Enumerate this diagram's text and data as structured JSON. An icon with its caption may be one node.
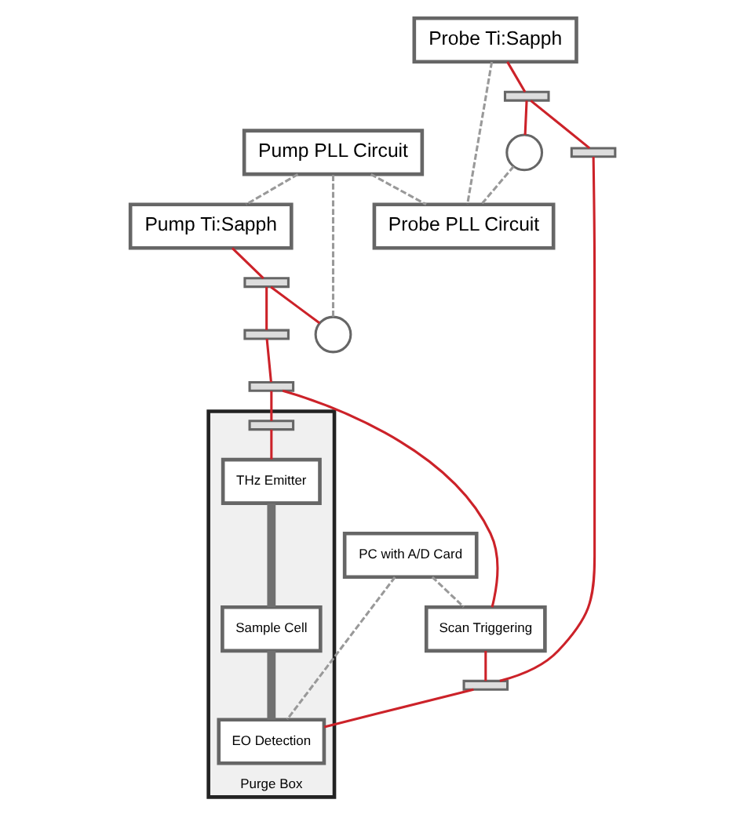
{
  "diagram": {
    "nodes": [
      {
        "text": [
          "Pump PLL Circuit"
        ]
      },
      {
        "text": [
          "Pump Ti:Sapph"
        ]
      },
      {
        "text": [
          "PC with A/D Card"
        ]
      },
      {
        "text": [
          "Scan Triggering"
        ]
      },
      {
        "text": [
          "Purge Box"
        ]
      },
      {
        "text": [
          "THz Emitter"
        ],
        "in": 4
      },
      {
        "text": [
          "Sample Cell"
        ],
        "in": 4
      },
      {
        "text": [
          "EO Detection"
        ],
        "in": 4
      },
      {
        "text": [
          "Probe Ti:Sapph"
        ]
      },
      {
        "text": [
          "Probe PLL Circuit"
        ]
      },
      {
        "text": [],
        "shape": "mirror"
      },
      {
        "text": [],
        "shape": "mirror"
      },
      {
        "text": [],
        "shape": "mirror"
      },
      {
        "text": [],
        "shape": "mirror",
        "in": 4
      },
      {
        "text": [],
        "shape": "circle"
      },
      {
        "text": [],
        "shape": "mirror"
      },
      {
        "text": [],
        "shape": "mirror"
      },
      {
        "text": [],
        "shape": "circle"
      },
      {
        "text": [],
        "shape": "mirror"
      }
    ],
    "edges": [
      {
        "from": 1,
        "to": 11,
        "arrow": "none"
      },
      {
        "from": 11,
        "to": 14,
        "arrow": "none"
      },
      {
        "from": 11,
        "to": 10,
        "arrow": "none"
      },
      {
        "from": 10,
        "to": 12,
        "arrow": "none"
      },
      {
        "from": 12,
        "to": 13,
        "arrow": "none"
      },
      {
        "from": 13,
        "to": 5,
        "arrow": "none"
      },
      {
        "from": 12,
        "to": 3,
        "arrow": "none"
      },
      {
        "from": 3,
        "to": 18,
        "arrow": "none"
      },
      {
        "from": 18,
        "to": 7,
        "arrow": "none"
      },
      {
        "from": 8,
        "to": 16,
        "arrow": "none"
      },
      {
        "from": 16,
        "to": 17,
        "arrow": "none"
      },
      {
        "from": 16,
        "to": 15,
        "arrow": "none"
      },
      {
        "from": 15,
        "to": 18,
        "arrow": "none"
      },
      {
        "from": 5,
        "to": 6,
        "arrow": "none",
        "style": "thick",
        "color": "#707070"
      },
      {
        "from": 6,
        "to": 7,
        "arrow": "none",
        "style": "thick",
        "color": "#707070"
      },
      {
        "from": 0,
        "to": 1,
        "arrow": "none",
        "style": "dashed",
        "color": "#999999"
      },
      {
        "from": 14,
        "to": 0,
        "arrow": "none",
        "style": "dashed",
        "color": "#999999"
      },
      {
        "from": 0,
        "to": 9,
        "arrow": "none",
        "style": "dashed",
        "color": "#999999"
      },
      {
        "from": 2,
        "to": 3,
        "arrow": "none",
        "style": "dashed",
        "color": "#999999"
      },
      {
        "from": 2,
        "to": 7,
        "arrow": "none",
        "style": "dashed",
        "color": "#999999"
      },
      {
        "from": 8,
        "to": 9,
        "arrow": "none",
        "style": "dashed",
        "color": "#999999"
      },
      {
        "from": 17,
        "to": 9,
        "arrow": "none",
        "style": "dashed",
        "color": "#999999"
      }
    ]
  }
}
